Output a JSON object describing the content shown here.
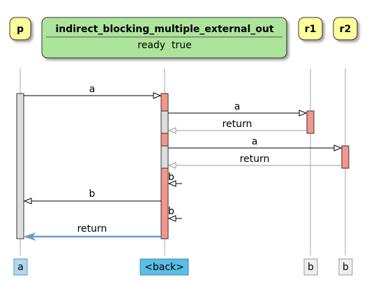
{
  "participants": {
    "p": {
      "label": "p",
      "footer": "a"
    },
    "main": {
      "title": "indirect_blocking_multiple_external_out",
      "subtitle": "ready  true",
      "footer": "<back>"
    },
    "r1": {
      "label": "r1",
      "footer": "b"
    },
    "r2": {
      "label": "r2",
      "footer": "b"
    }
  },
  "messages": {
    "m1": "a",
    "m2": "a",
    "m3": "return",
    "m4": "a",
    "m5": "return",
    "m6": "b",
    "m7": "b",
    "m8": "b",
    "m9": "return"
  },
  "colors": {
    "participant_fill": "#feff9c",
    "main_fill": "#ade49c",
    "activation_red": "#f5968c",
    "activation_gray": "#dcdcdc",
    "footer_blue_light": "#b0d9ef",
    "footer_blue": "#5bbde4",
    "footer_gray": "#eeeeee",
    "return_blue": "#6b9bd2"
  }
}
